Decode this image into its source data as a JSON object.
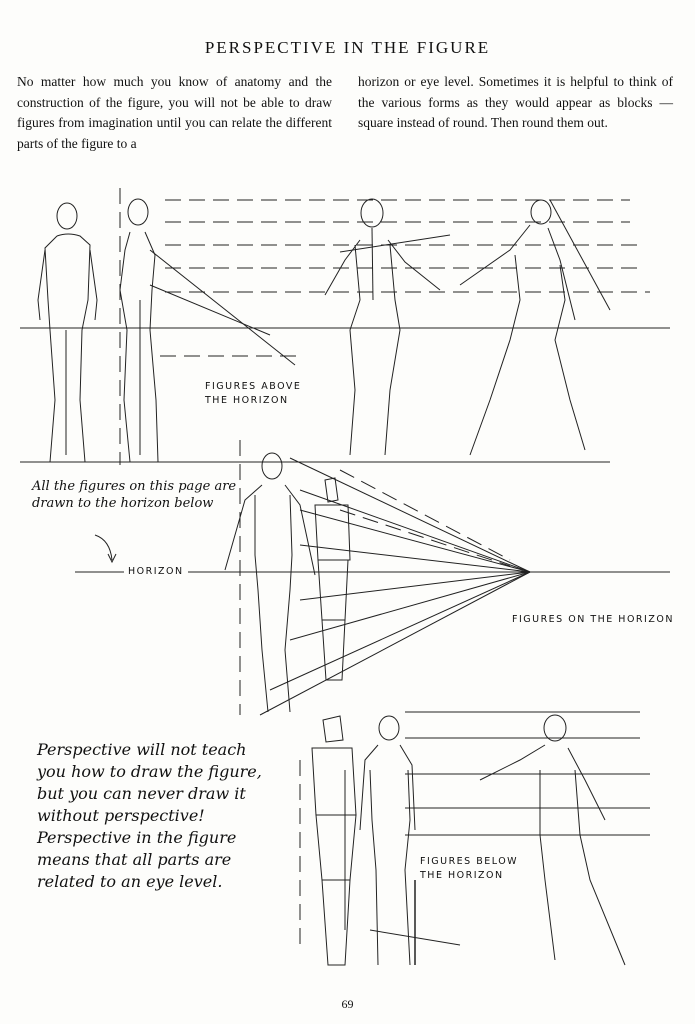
{
  "page": {
    "title": "PERSPECTIVE IN THE FIGURE",
    "intro_left": "No matter how much you know of anatomy and the construction of the figure, you will not be able to draw figures from imagination until you can relate the different parts of the figure to a",
    "intro_right": "horizon or eye level. Sometimes it is helpful to think of the various forms as they would appear as blocks — square instead of round. Then round them out.",
    "labels": {
      "above_line1": "FIGURES ABOVE",
      "above_line2": "THE HORIZON",
      "horizon": "HORIZON",
      "on_horizon": "FIGURES ON THE HORIZON",
      "below_line1": "FIGURES BELOW",
      "below_line2": "THE HORIZON"
    },
    "note_top": "All the figures on this page are drawn to the horizon below",
    "note_bottom": "Perspective will not teach you how to draw the figure, but you can never draw it without perspective! Perspective in the figure means that all parts are related to an eye level.",
    "page_number": "69"
  }
}
